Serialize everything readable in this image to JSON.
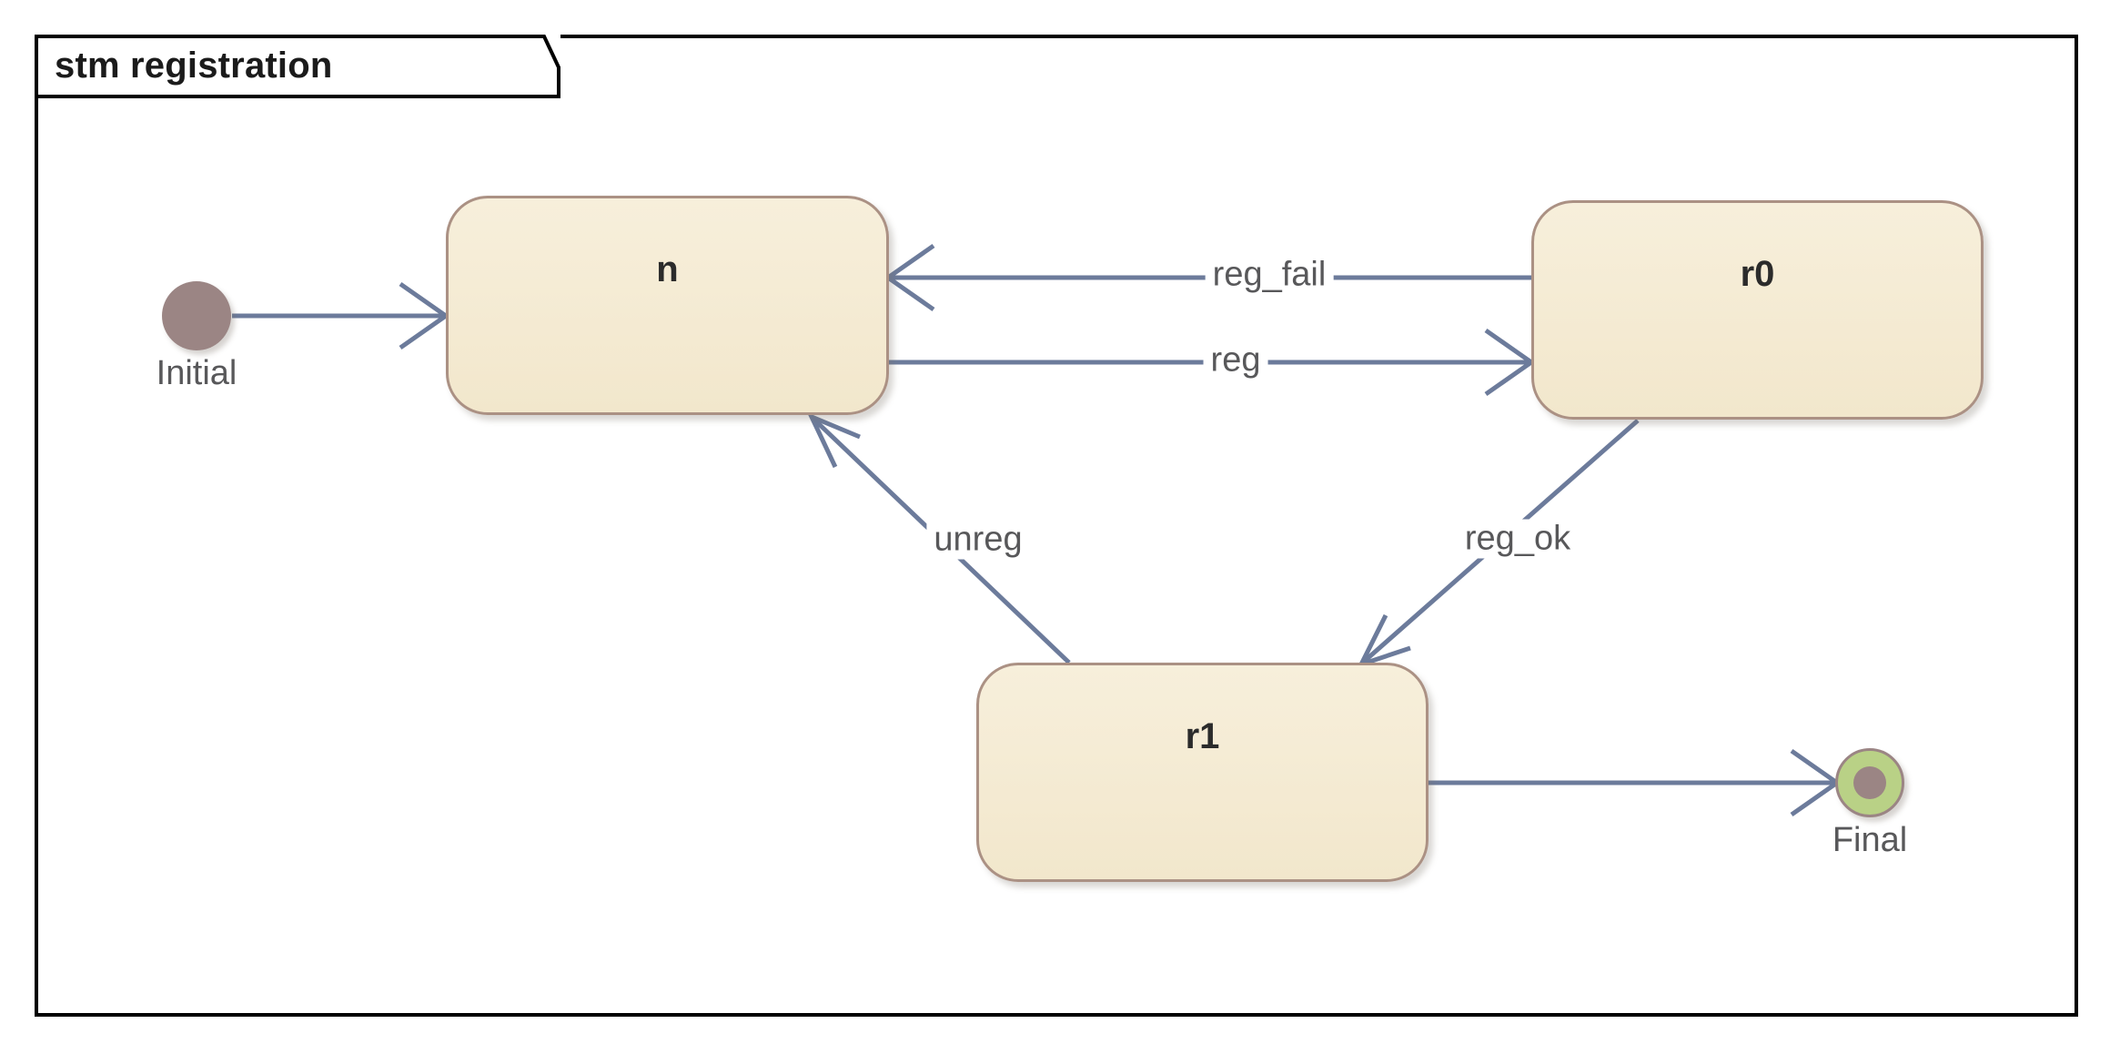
{
  "diagram": {
    "kind": "uml-state-machine",
    "frame_label": "stm registration",
    "colors": {
      "frame_border": "#000000",
      "state_fill": "#f4ebd3",
      "state_border": "#ab9184",
      "transition": "#6c7b9b",
      "initial_fill": "#9b8584",
      "final_fill": "#b9d186",
      "label_text": "#58585a",
      "state_text": "#2b2b2b"
    }
  },
  "nodes": {
    "initial": {
      "label": "Initial",
      "type": "initial-pseudostate"
    },
    "n": {
      "label": "n",
      "type": "state"
    },
    "r0": {
      "label": "r0",
      "type": "state"
    },
    "r1": {
      "label": "r1",
      "type": "state"
    },
    "final": {
      "label": "Final",
      "type": "final-state"
    }
  },
  "transitions": [
    {
      "id": "t0",
      "label": "",
      "from": "initial",
      "to": "n"
    },
    {
      "id": "t1",
      "label": "reg_fail",
      "from": "r0",
      "to": "n"
    },
    {
      "id": "t2",
      "label": "reg",
      "from": "n",
      "to": "r0"
    },
    {
      "id": "t3",
      "label": "unreg",
      "from": "r1",
      "to": "n"
    },
    {
      "id": "t4",
      "label": "reg_ok",
      "from": "r0",
      "to": "r1"
    },
    {
      "id": "t5",
      "label": "",
      "from": "r1",
      "to": "final"
    }
  ]
}
